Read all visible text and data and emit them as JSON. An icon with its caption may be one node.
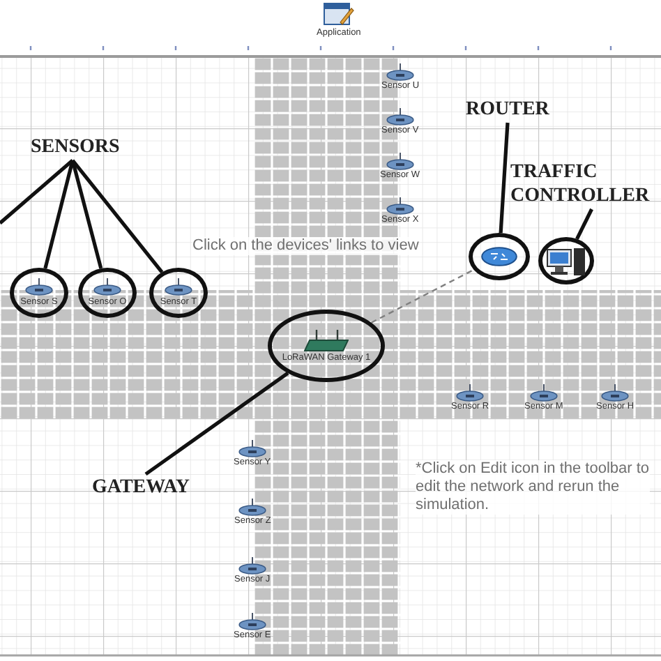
{
  "diagram": {
    "nodes": [
      {
        "text": [
          "SENSORS"
        ]
      },
      {
        "text": [
          "Sensor S"
        ]
      },
      {
        "text": [
          "Sensor O"
        ]
      },
      {
        "text": [
          "Sensor T"
        ]
      },
      {
        "text": [
          "ROUTER"
        ]
      },
      {
        "text": [],
        "shape": "picture"
      },
      {
        "text": [
          "TRAFFIC CONTROLLER"
        ]
      },
      {
        "text": [],
        "shape": "picture"
      },
      {
        "text": [
          "GATEWAY"
        ]
      },
      {
        "text": [
          "LoRaWAN Gateway 1"
        ]
      }
    ],
    "edges": [
      {
        "from": 0,
        "to": null,
        "arrow": "none"
      },
      {
        "from": 0,
        "to": 1,
        "arrow": "none"
      },
      {
        "from": 0,
        "to": 2,
        "arrow": "none"
      },
      {
        "from": 0,
        "to": 3,
        "arrow": "none"
      },
      {
        "from": 4,
        "to": 5,
        "arrow": "none"
      },
      {
        "from": 6,
        "to": 7,
        "arrow": "none"
      },
      {
        "from": 8,
        "to": 9,
        "arrow": "none"
      },
      {
        "from": 9,
        "to": 5,
        "arrow": "none",
        "style": "dashed",
        "color": "#808080"
      }
    ],
    "labels": [
      "Application",
      "Sensor U",
      "Sensor V",
      "Sensor W",
      "Sensor X",
      "Click on the devices' links to view",
      "*Click on Edit icon in the toolbar to edit the network and rerun the simulation.",
      "Sensor R",
      "Sensor M",
      "Sensor H",
      "Sensor Y",
      "Sensor Z",
      "Sensor J",
      "Sensor E"
    ]
  }
}
